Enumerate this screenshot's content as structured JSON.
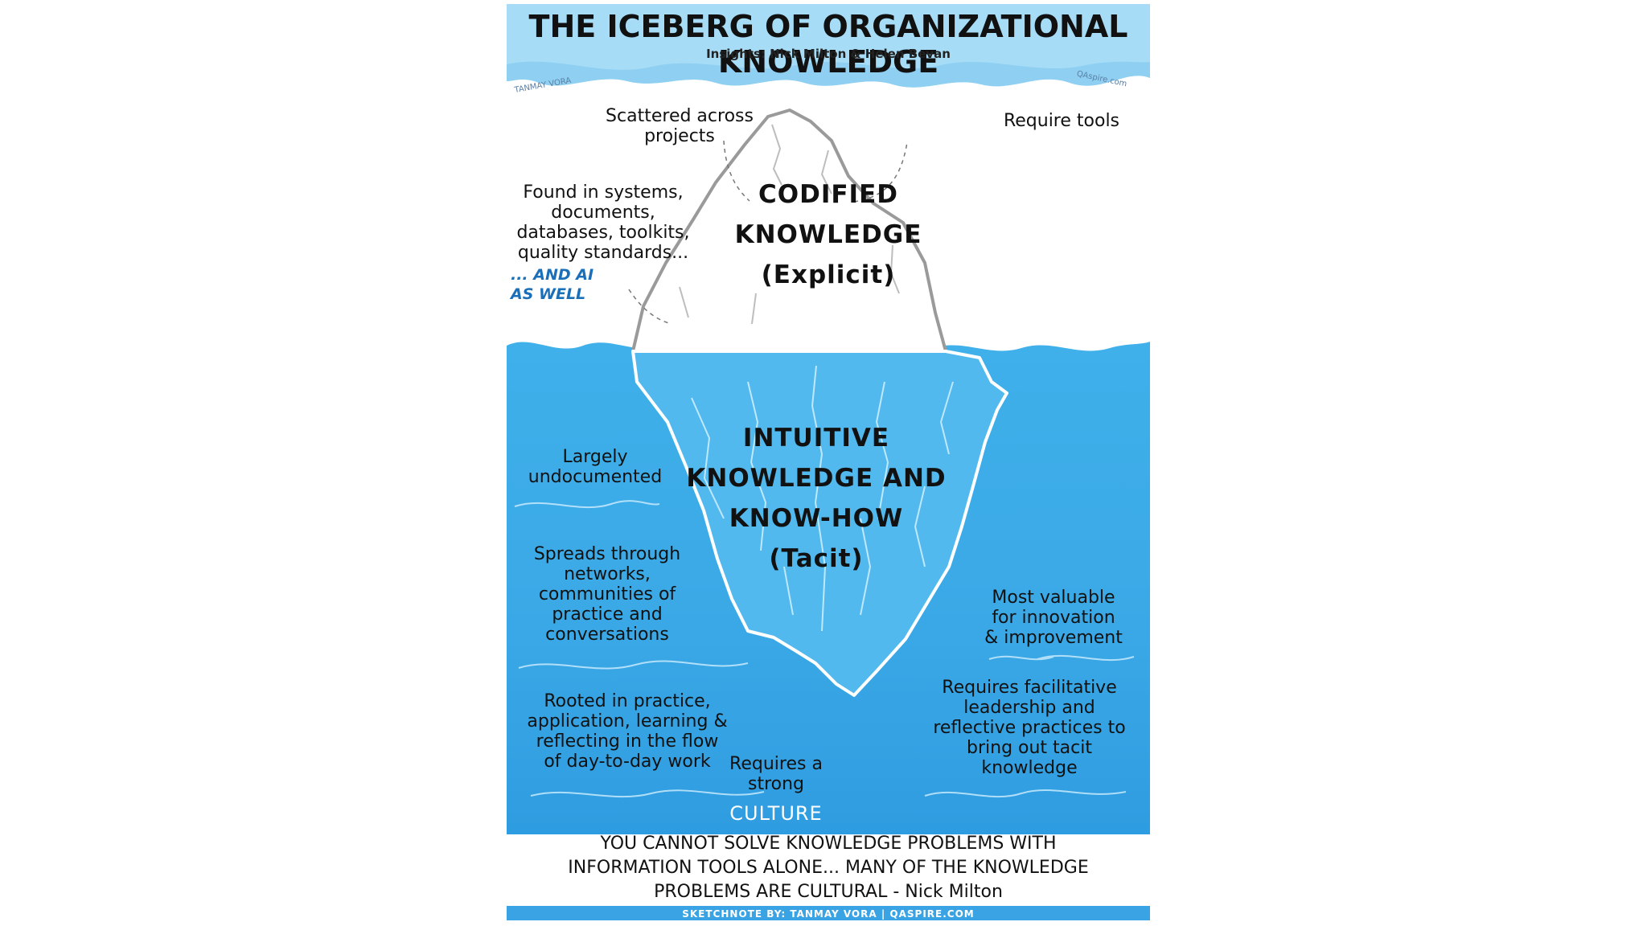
{
  "title": "THE ICEBERG OF ORGANIZATIONAL KNOWLEDGE",
  "subtitle": "Insights: Nick Milton & Helen Bevan",
  "credit_left": "TANMAY VORA",
  "credit_right": "QAspire.com",
  "above": {
    "scattered": "Scattered across\nprojects",
    "require_tools": "Require tools",
    "found_in": "Found in systems,\ndocuments,\ndatabases, toolkits,\nquality standards...",
    "and_ai": "... AND AI\nAS WELL",
    "codified": "CODIFIED\nKNOWLEDGE\n(Explicit)"
  },
  "below": {
    "intuitive": "INTUITIVE\nKNOWLEDGE AND\nKNOW-HOW\n(Tacit)",
    "undocumented": "Largely\nundocumented",
    "spreads": "Spreads through\nnetworks,\ncommunities of\npractice and\nconversations",
    "most_valuable": "Most valuable\nfor innovation\n& improvement",
    "rooted": "Rooted in practice,\napplication, learning &\nreflecting in the flow\nof day-to-day work",
    "requires_a": "Requires a\nstrong",
    "culture": "CULTURE",
    "facilitative": "Requires facilitative\nleadership and\nreflective practices to\nbring out tacit\nknowledge"
  },
  "quote": "YOU CANNOT SOLVE KNOWLEDGE PROBLEMS WITH\nINFORMATION TOOLS ALONE... MANY OF THE KNOWLEDGE\nPROBLEMS ARE CULTURAL - Nick Milton",
  "footer": "SKETCHNOTE BY: TANMAY VORA | QASPIRE.COM",
  "colors": {
    "sky": "#a7dcf6",
    "water": "#45b2ea",
    "water_deep": "#2f9fe0",
    "footer_bar": "#3aa3e3",
    "iceberg_outline": "#9a9a9a",
    "accent_blue": "#1a6fb8"
  }
}
